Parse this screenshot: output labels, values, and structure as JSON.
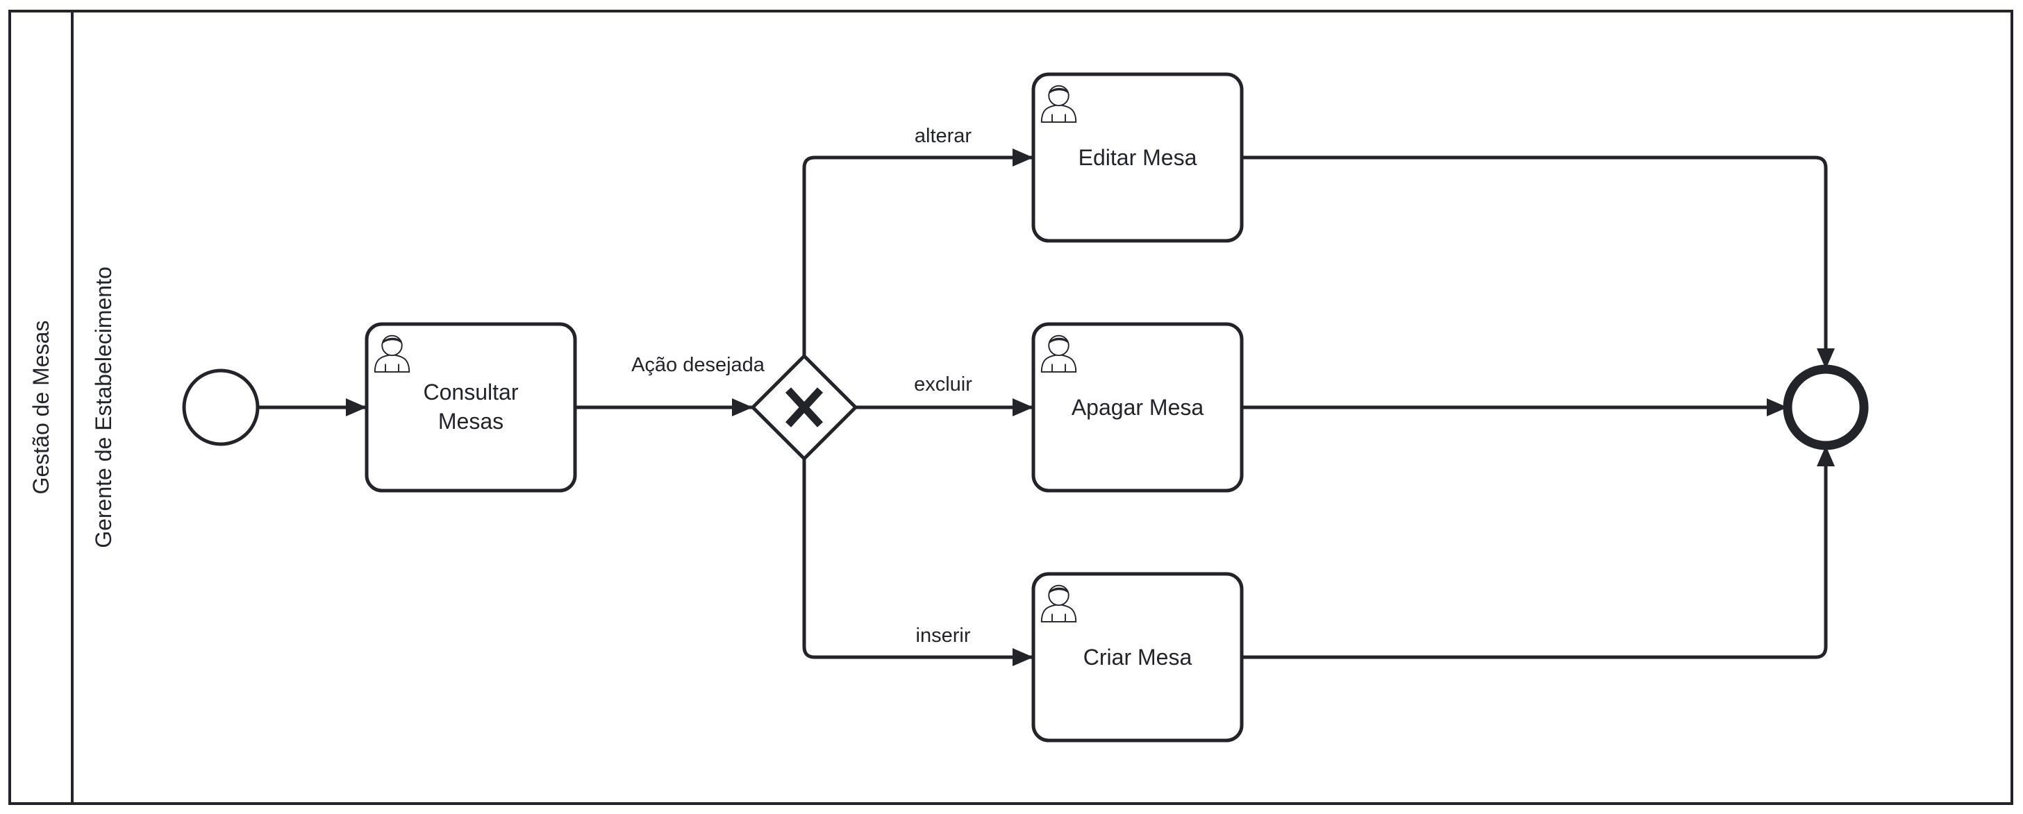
{
  "pool": {
    "label": "Gestão de Mesas"
  },
  "lane": {
    "label": "Gerente de Estabelecimento"
  },
  "tasks": {
    "consultar": {
      "line1": "Consultar",
      "line2": "Mesas",
      "icon": "user-icon"
    },
    "editar": {
      "label": "Editar Mesa",
      "icon": "user-icon"
    },
    "apagar": {
      "label": "Apagar Mesa",
      "icon": "user-icon"
    },
    "criar": {
      "label": "Criar Mesa",
      "icon": "user-icon"
    }
  },
  "gateway": {
    "type": "exclusive",
    "symbol": "X"
  },
  "flows": {
    "to_gateway": "Ação desejada",
    "alterar": "alterar",
    "excluir": "excluir",
    "inserir": "inserir"
  },
  "colors": {
    "stroke": "#22242a",
    "background": "#ffffff"
  }
}
